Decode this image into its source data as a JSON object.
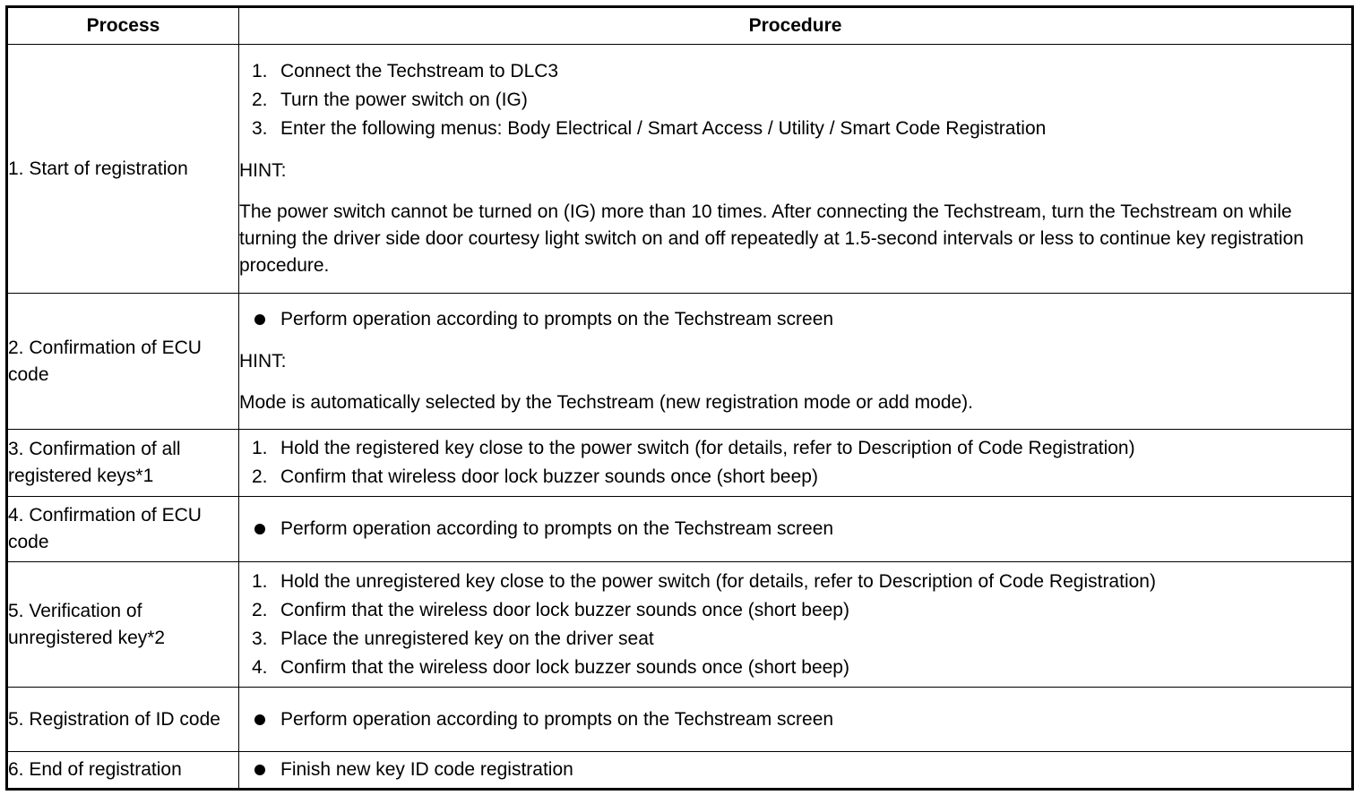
{
  "table": {
    "headers": {
      "process": "Process",
      "procedure": "Procedure"
    },
    "rows": [
      {
        "process": "1. Start of registration",
        "steps": [
          {
            "num": "1.",
            "text": "Connect the Techstream to DLC3"
          },
          {
            "num": "2.",
            "text": "Turn the power switch on (IG)"
          },
          {
            "num": "3.",
            "text": "Enter the following menus: Body Electrical / Smart Access / Utility / Smart Code Registration"
          }
        ],
        "hint_label": "HINT:",
        "hint_text": "The power switch cannot be turned on (IG) more than 10 times. After connecting the Techstream, turn the Techstream on while turning the driver side door courtesy light switch on and off repeatedly at 1.5-second intervals or less to continue key registration procedure."
      },
      {
        "process": "2. Confirmation of ECU code",
        "bullets": [
          "Perform operation according to prompts on the Techstream screen"
        ],
        "hint_label": "HINT:",
        "hint_text": "Mode is automatically selected by the Techstream (new registration mode or add mode)."
      },
      {
        "process": "3. Confirmation of all registered keys*1",
        "steps": [
          {
            "num": "1.",
            "text": "Hold the registered key close to the power switch (for details, refer to Description of Code Registration)"
          },
          {
            "num": "2.",
            "text": "Confirm that wireless door lock buzzer sounds once (short beep)"
          }
        ]
      },
      {
        "process": "4. Confirmation of ECU code",
        "bullets": [
          "Perform operation according to prompts on the Techstream screen"
        ]
      },
      {
        "process": "5. Verification of unregistered key*2",
        "steps": [
          {
            "num": "1.",
            "text": "Hold the unregistered key close to the power switch (for details, refer to Description of Code Registration)"
          },
          {
            "num": "2.",
            "text": "Confirm that the wireless door lock buzzer sounds once (short beep)"
          },
          {
            "num": "3.",
            "text": "Place the unregistered key on the driver seat"
          },
          {
            "num": "4.",
            "text": "Confirm that the wireless door lock buzzer sounds once (short beep)"
          }
        ]
      },
      {
        "process": "5. Registration of ID code",
        "bullets": [
          "Perform operation according to prompts on the Techstream screen"
        ]
      },
      {
        "process": "6. End of registration",
        "bullets": [
          "Finish new key ID code registration"
        ]
      }
    ]
  }
}
